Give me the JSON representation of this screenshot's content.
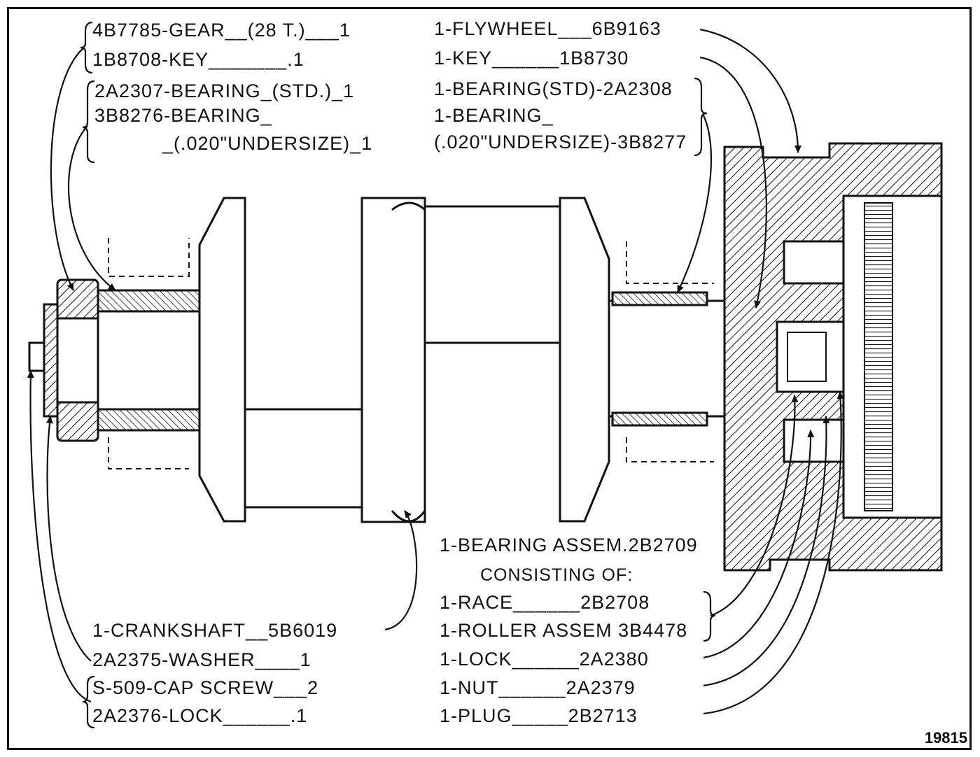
{
  "labels": {
    "left_top": [
      "4B7785-GEAR__(28 T.)___1",
      "1B8708-KEY_______.1",
      "2A2307-BEARING_(STD.)_1",
      "3B8276-BEARING_",
      "_(.020\"UNDERSIZE)_1"
    ],
    "right_top": [
      "1-FLYWHEEL___6B9163",
      "1-KEY______1B8730",
      "1-BEARING(STD)-2A2308",
      "1-BEARING_",
      "(.020\"UNDERSIZE)-3B8277"
    ],
    "bearing_assem": "1-BEARING ASSEM.2B2709",
    "consisting_of": "CONSISTING OF:",
    "right_bottom": [
      "1-RACE______2B2708",
      "1-ROLLER ASSEM 3B4478",
      "1-LOCK______2A2380",
      "1-NUT______2A2379",
      "1-PLUG_____2B2713"
    ],
    "left_bottom": [
      "1-CRANKSHAFT__5B6019",
      "2A2375-WASHER____1",
      "S-509-CAP SCREW___2",
      "2A2376-LOCK______.1"
    ],
    "figure_number": "19815"
  }
}
